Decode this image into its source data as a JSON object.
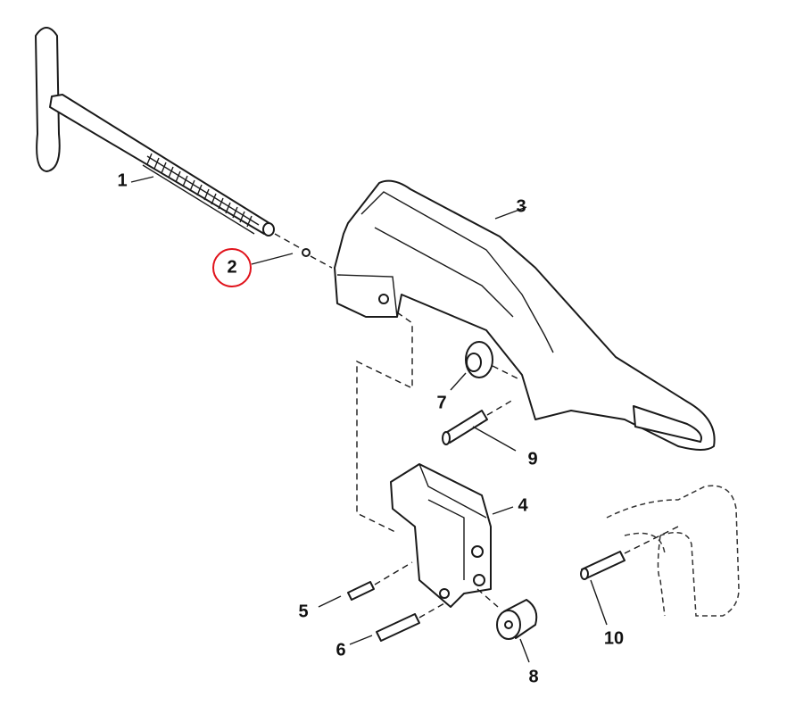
{
  "diagram": {
    "title": "Exploded parts view",
    "highlight_color": "#e0121b",
    "callouts": [
      {
        "id": "1",
        "label": "1",
        "part": "screw-handle"
      },
      {
        "id": "2",
        "label": "2",
        "part": "ball",
        "highlighted": true
      },
      {
        "id": "3",
        "label": "3",
        "part": "frame"
      },
      {
        "id": "4",
        "label": "4",
        "part": "jaw-carrier"
      },
      {
        "id": "5",
        "label": "5",
        "part": "pin-short"
      },
      {
        "id": "6",
        "label": "6",
        "part": "pin-long"
      },
      {
        "id": "7",
        "label": "7",
        "part": "bushing"
      },
      {
        "id": "8",
        "label": "8",
        "part": "roller"
      },
      {
        "id": "9",
        "label": "9",
        "part": "pivot-pin"
      },
      {
        "id": "10",
        "label": "10",
        "part": "pin"
      }
    ]
  }
}
